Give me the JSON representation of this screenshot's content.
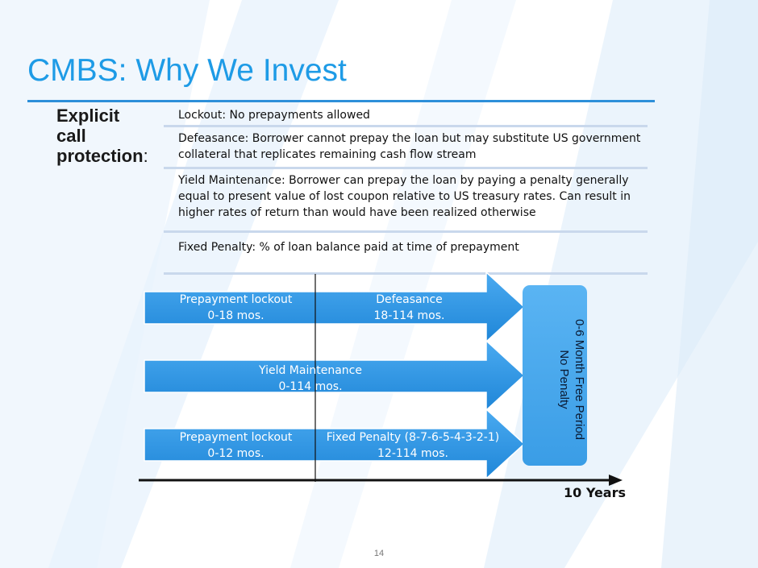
{
  "slide": {
    "title": "CMBS: Why We Invest",
    "page_number": "14"
  },
  "call_protection": {
    "label_lines": [
      "Explicit",
      "call",
      "protection"
    ],
    "label_colon": ":",
    "items": [
      "Lockout: No prepayments allowed",
      "Defeasance: Borrower cannot prepay the loan but may substitute US government collateral that replicates remaining cash flow stream",
      "Yield Maintenance: Borrower can prepay the loan by paying a penalty generally equal to present value of lost coupon relative to US treasury rates. Can result in higher rates of return than would have been realized otherwise",
      "Fixed Penalty: % of loan balance paid at time of prepayment"
    ]
  },
  "timeline": {
    "arrow1": {
      "seg1_line1": "Prepayment lockout",
      "seg1_line2": "0-18 mos.",
      "seg2_line1": "Defeasance",
      "seg2_line2": "18-114 mos."
    },
    "arrow2": {
      "line1": "Yield Maintenance",
      "line2": "0-114 mos."
    },
    "arrow3": {
      "seg1_line1": "Prepayment lockout",
      "seg1_line2": "0-12 mos.",
      "seg2_line1": "Fixed Penalty (8-7-6-5-4-3-2-1)",
      "seg2_line2": "12-114 mos."
    },
    "free_period_box": {
      "line1": "0-6 Month Free Period",
      "line2": "No Penalty"
    },
    "axis_end_label": "10 Years"
  },
  "colors": {
    "title": "#1e9be6",
    "arrow_fill": "#2a94e4",
    "box_fill": "#4aaaf0",
    "rule": "#c9d8ec"
  }
}
